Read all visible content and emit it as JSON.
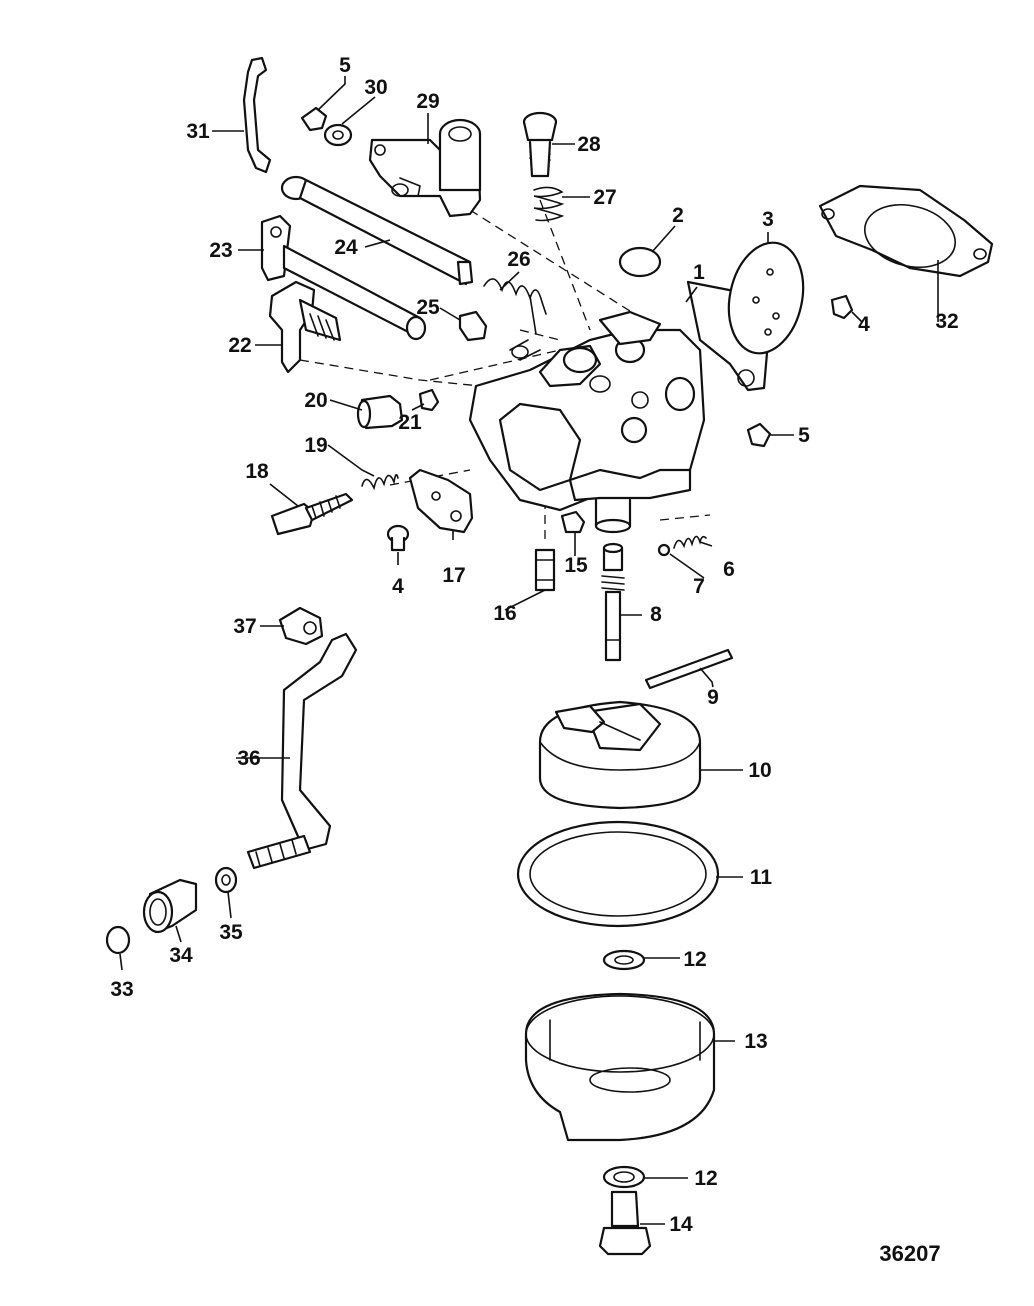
{
  "diagram": {
    "figure_number": "36207",
    "callouts": [
      {
        "id": "c1",
        "label": "1"
      },
      {
        "id": "c2",
        "label": "2"
      },
      {
        "id": "c3",
        "label": "3"
      },
      {
        "id": "c4a",
        "label": "4"
      },
      {
        "id": "c4b",
        "label": "4"
      },
      {
        "id": "c5a",
        "label": "5"
      },
      {
        "id": "c5b",
        "label": "5"
      },
      {
        "id": "c6",
        "label": "6"
      },
      {
        "id": "c7",
        "label": "7"
      },
      {
        "id": "c8",
        "label": "8"
      },
      {
        "id": "c9",
        "label": "9"
      },
      {
        "id": "c10",
        "label": "10"
      },
      {
        "id": "c11",
        "label": "11"
      },
      {
        "id": "c12a",
        "label": "12"
      },
      {
        "id": "c12b",
        "label": "12"
      },
      {
        "id": "c13",
        "label": "13"
      },
      {
        "id": "c14",
        "label": "14"
      },
      {
        "id": "c15",
        "label": "15"
      },
      {
        "id": "c16",
        "label": "16"
      },
      {
        "id": "c17",
        "label": "17"
      },
      {
        "id": "c18",
        "label": "18"
      },
      {
        "id": "c19",
        "label": "19"
      },
      {
        "id": "c20",
        "label": "20"
      },
      {
        "id": "c21",
        "label": "21"
      },
      {
        "id": "c22",
        "label": "22"
      },
      {
        "id": "c23",
        "label": "23"
      },
      {
        "id": "c24",
        "label": "24"
      },
      {
        "id": "c25",
        "label": "25"
      },
      {
        "id": "c26",
        "label": "26"
      },
      {
        "id": "c27",
        "label": "27"
      },
      {
        "id": "c28",
        "label": "28"
      },
      {
        "id": "c29",
        "label": "29"
      },
      {
        "id": "c30",
        "label": "30"
      },
      {
        "id": "c31",
        "label": "31"
      },
      {
        "id": "c32",
        "label": "32"
      },
      {
        "id": "c33",
        "label": "33"
      },
      {
        "id": "c34",
        "label": "34"
      },
      {
        "id": "c35",
        "label": "35"
      },
      {
        "id": "c36",
        "label": "36"
      },
      {
        "id": "c37",
        "label": "37"
      }
    ]
  }
}
